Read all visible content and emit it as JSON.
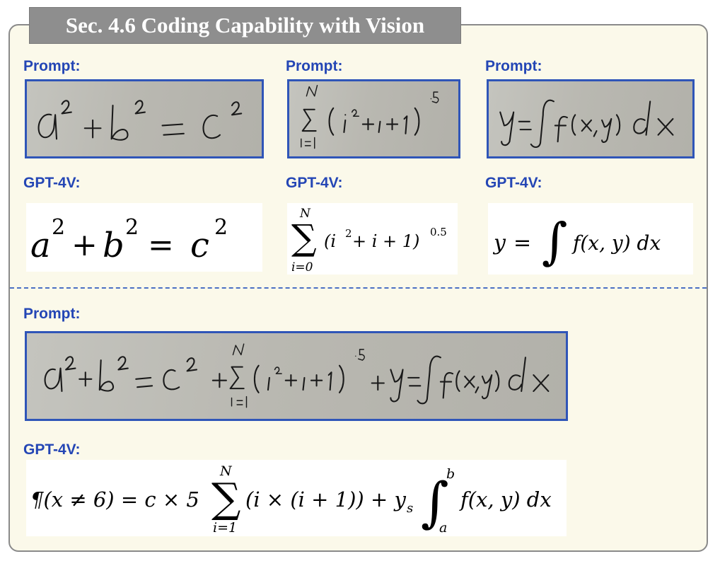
{
  "title": "Sec. 4.6 Coding Capability with Vision",
  "labels": {
    "prompt": "Prompt:",
    "gpt4v": "GPT-4V:"
  },
  "examples": [
    {
      "prompt_image": "handwritten a^2+b^2=c^2",
      "output": {
        "a": "a",
        "b": "b",
        "c": "c",
        "exp": "2",
        "plus": "+",
        "eq": "="
      }
    },
    {
      "prompt_image": "handwritten sum i=1..N (i^2+i+1)^0.5",
      "output": {
        "upper": "N",
        "lower": "i=0",
        "body": "(i",
        "sq": "2",
        "rest": "+ i + 1)",
        "pow": "0.5"
      }
    },
    {
      "prompt_image": "handwritten y = integral f(x,y) dx",
      "output": {
        "y": "y",
        "eq": "=",
        "body": "f(x, y) dx"
      }
    }
  ],
  "combined": {
    "prompt_image": "handwritten a^2+b^2=c^2 + sum (i^2+i+1)^0.5 + y = integral f(x,y) dx",
    "output": {
      "pilcrow": "¶(x ≠ 6) = c × 5",
      "upper": "N",
      "lower": "i=1",
      "sumbody": "(i × (i + 1)) + y",
      "sub": "s",
      "int_upper": "b",
      "int_lower": "a",
      "tail": "f(x, y) dx"
    }
  }
}
